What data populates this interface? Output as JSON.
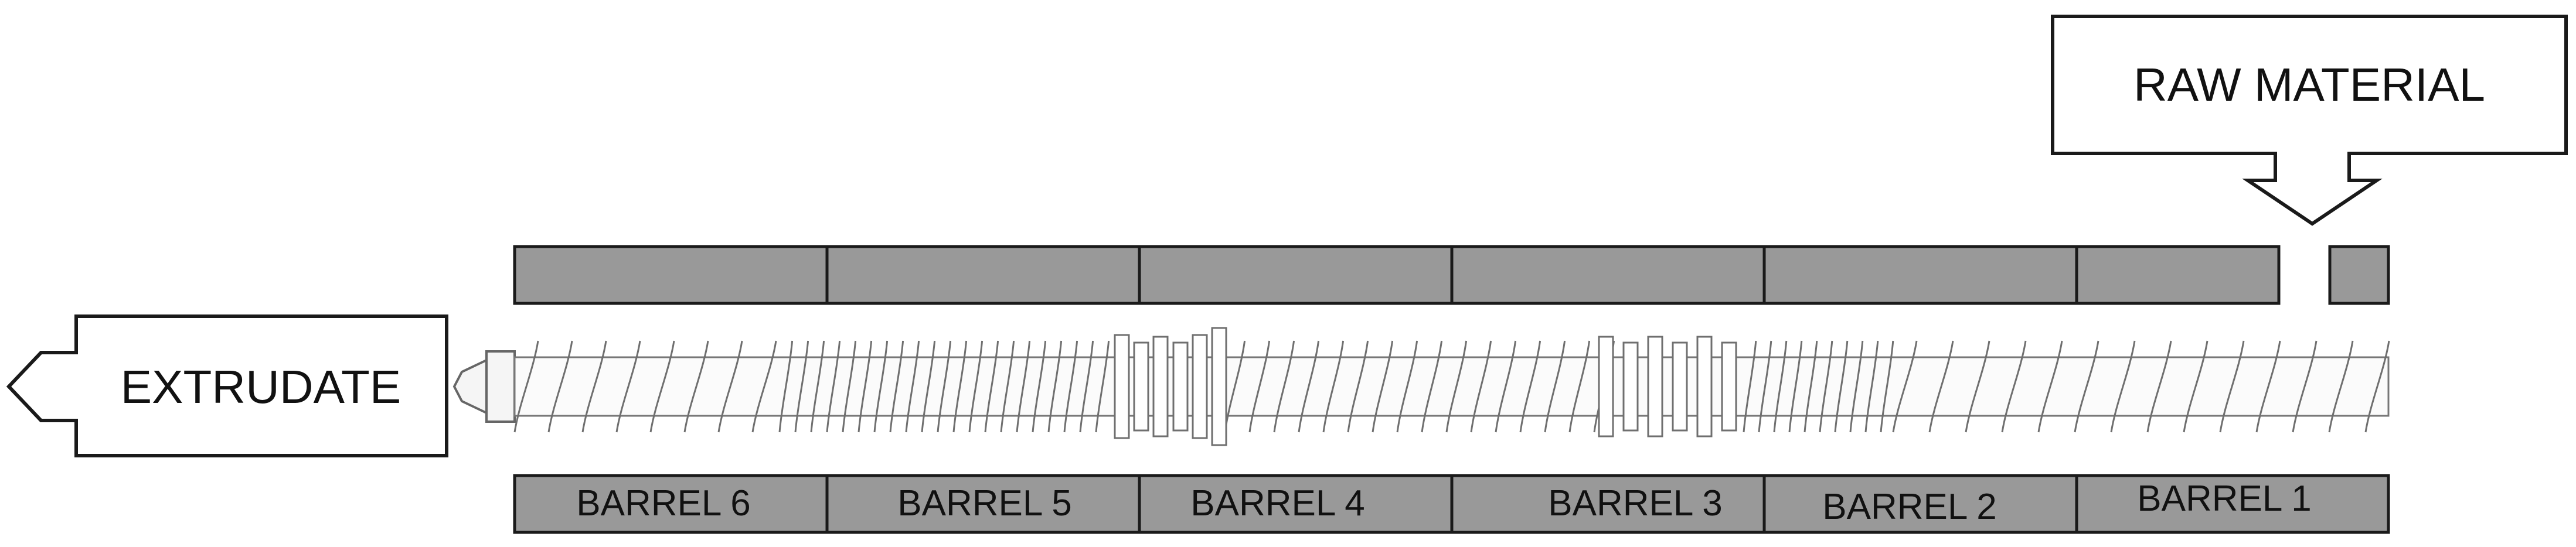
{
  "labels": {
    "raw_material": "RAW MATERIAL",
    "extrudate": "EXTRUDATE"
  },
  "barrels": [
    {
      "label": "BARREL 6"
    },
    {
      "label": "BARREL 5"
    },
    {
      "label": "BARREL 4"
    },
    {
      "label": "BARREL 3"
    },
    {
      "label": "BARREL 2"
    },
    {
      "label": "BARREL 1"
    }
  ],
  "colors": {
    "barrel_fill": "#999999",
    "stroke": "#1a1a1a",
    "screw_stroke": "#666666",
    "background": "#ffffff"
  },
  "icons": {
    "feed_arrow": "arrow-down-outline",
    "output_arrow": "arrow-left-outline"
  }
}
